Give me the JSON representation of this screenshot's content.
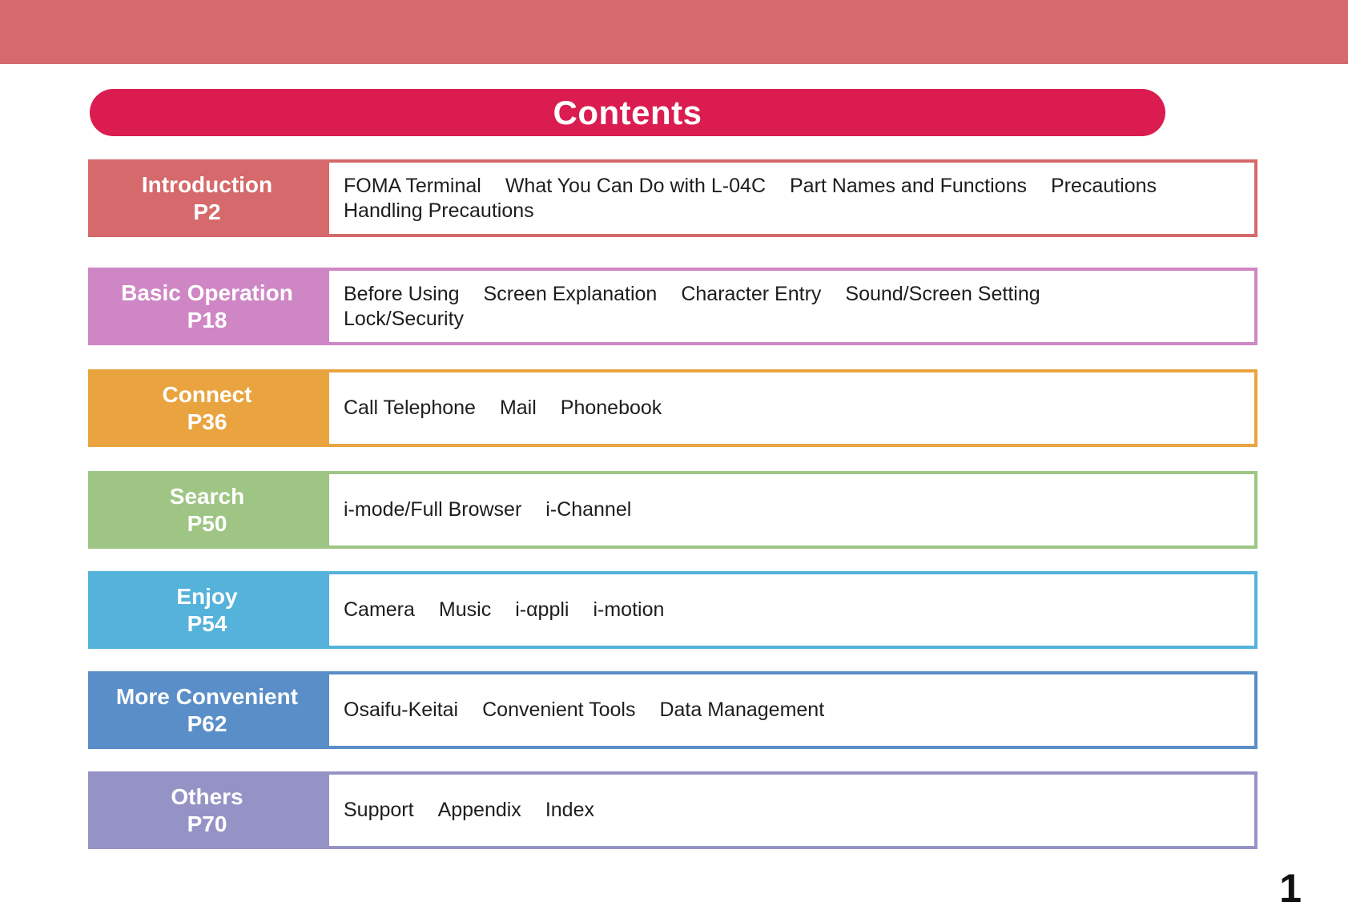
{
  "page": {
    "banner_title": "Contents",
    "page_number": "1"
  },
  "colors": {
    "top_bar": "#d5696b",
    "banner": "#da1c50",
    "text": "#1d1d1d"
  },
  "sections": [
    {
      "title": "Introduction",
      "page": "P2",
      "color": "#d5696b",
      "tab_color": "#d5696b",
      "lines": [
        [
          "FOMA Terminal",
          "What You Can Do with L-04C",
          "Part Names and Functions",
          "Precautions"
        ],
        [
          "Handling Precautions"
        ]
      ]
    },
    {
      "title": "Basic Operation",
      "page": "P18",
      "color": "#cf86c4",
      "tab_color": "#cf86c4",
      "lines": [
        [
          "Before Using",
          "Screen Explanation",
          "Character Entry",
          "Sound/Screen Setting"
        ],
        [
          "Lock/Security"
        ]
      ]
    },
    {
      "title": "Connect",
      "page": "P36",
      "color": "#e9a440",
      "tab_color": "#e9a440",
      "lines": [
        [
          "Call Telephone",
          "Mail",
          "Phonebook"
        ]
      ]
    },
    {
      "title": "Search",
      "page": "P50",
      "color": "#9ec583",
      "tab_color": "#9ec583",
      "lines": [
        [
          "i-mode/Full Browser",
          "i-Channel"
        ]
      ]
    },
    {
      "title": "Enjoy",
      "page": "P54",
      "color": "#55b2da",
      "tab_color": "#55b2da",
      "lines": [
        [
          "Camera",
          "Music",
          "i-αppli",
          "i-motion"
        ]
      ]
    },
    {
      "title": "More Convenient",
      "page": "P62",
      "color": "#5a8ec8",
      "tab_color": "#55b2da",
      "lines": [
        [
          "Osaifu-Keitai",
          "Convenient Tools",
          "Data Management"
        ]
      ]
    },
    {
      "title": "Others",
      "page": "P70",
      "color": "#9593c6",
      "tab_color": "#9593c6",
      "lines": [
        [
          "Support",
          "Appendix",
          "Index"
        ]
      ]
    }
  ]
}
